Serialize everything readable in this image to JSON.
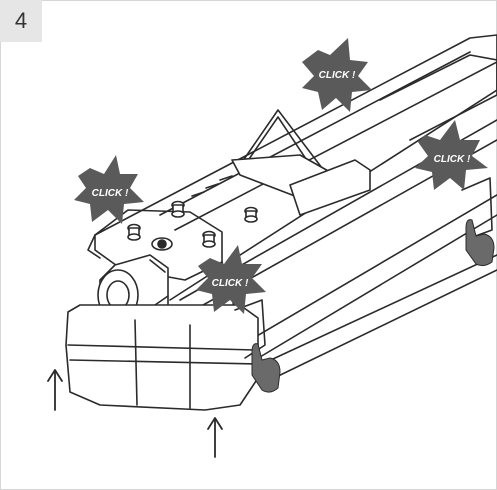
{
  "step": {
    "number": "4"
  },
  "callouts": [
    {
      "text": "CLICK !"
    },
    {
      "text": "CLICK !"
    },
    {
      "text": "CLICK !"
    },
    {
      "text": "CLICK !"
    }
  ],
  "colors": {
    "line": "#2b2b2b",
    "burst": "#5a5a5a",
    "badge_bg": "#e6e6e6",
    "frame": "#d6d6d6"
  },
  "icons": [
    "up-arrow-icon",
    "pointing-hand-icon",
    "click-burst-icon"
  ]
}
